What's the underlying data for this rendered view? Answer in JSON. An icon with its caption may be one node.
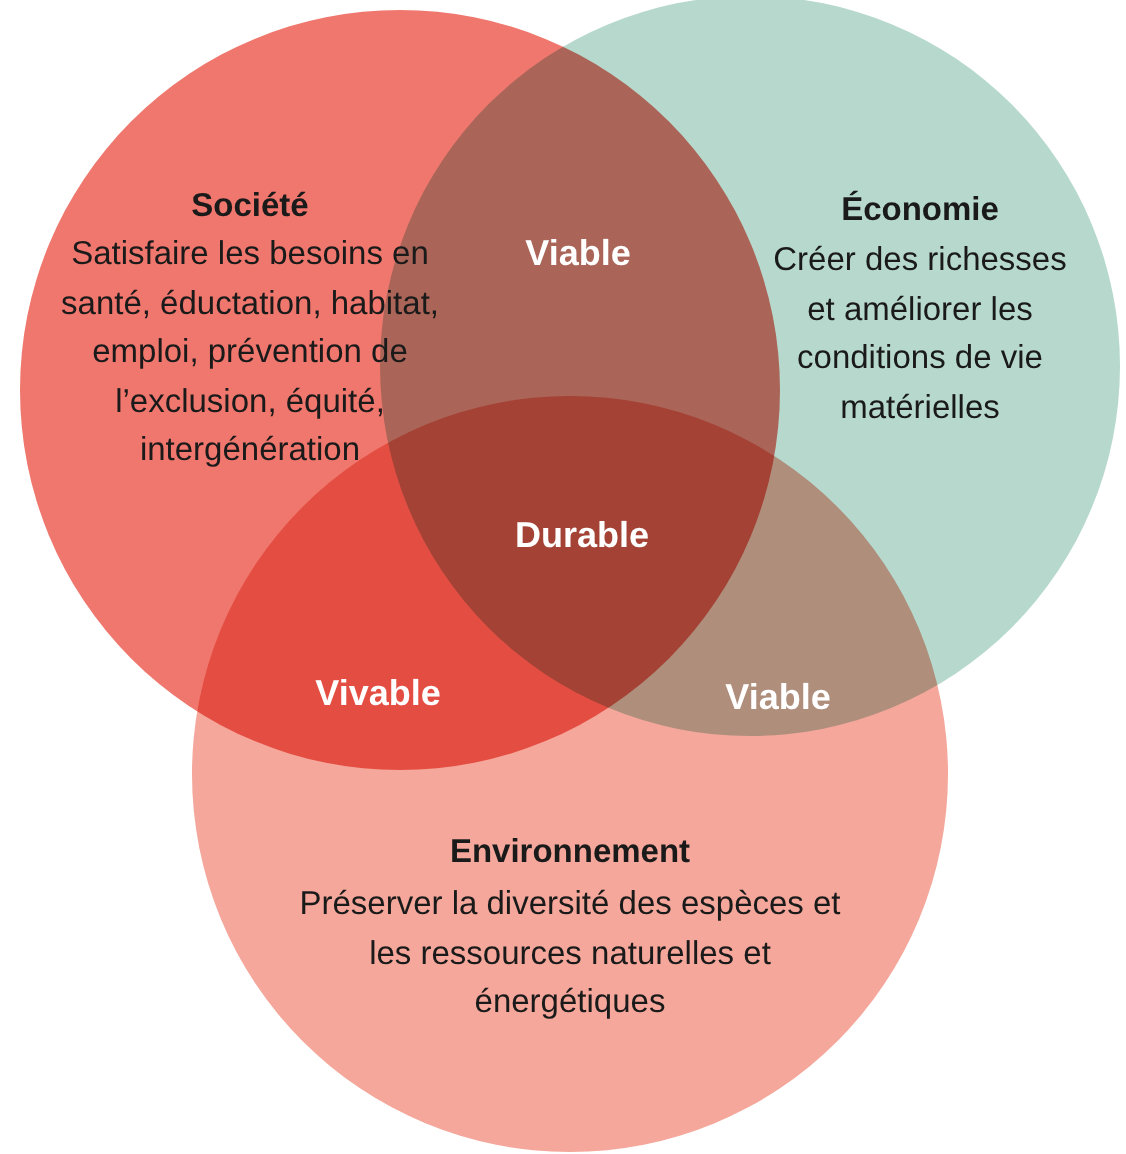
{
  "diagram": {
    "nodes": [
      {
        "text": [
          "Société",
          "Satisfaire les besoins en santé, éductation, habitat, emploi, prévention de l’exclusion, équité, intergénération"
        ]
      },
      {
        "text": [
          "Économie",
          "Créer des richesses et améliorer les conditions de vie matérielles"
        ]
      },
      {
        "text": [
          "Environnement",
          "Préserver la diversité des espèces et les ressources naturelles et énergétiques"
        ]
      }
    ],
    "labels": [
      "Viable",
      "Durable",
      "Vivable",
      "Viable"
    ]
  }
}
